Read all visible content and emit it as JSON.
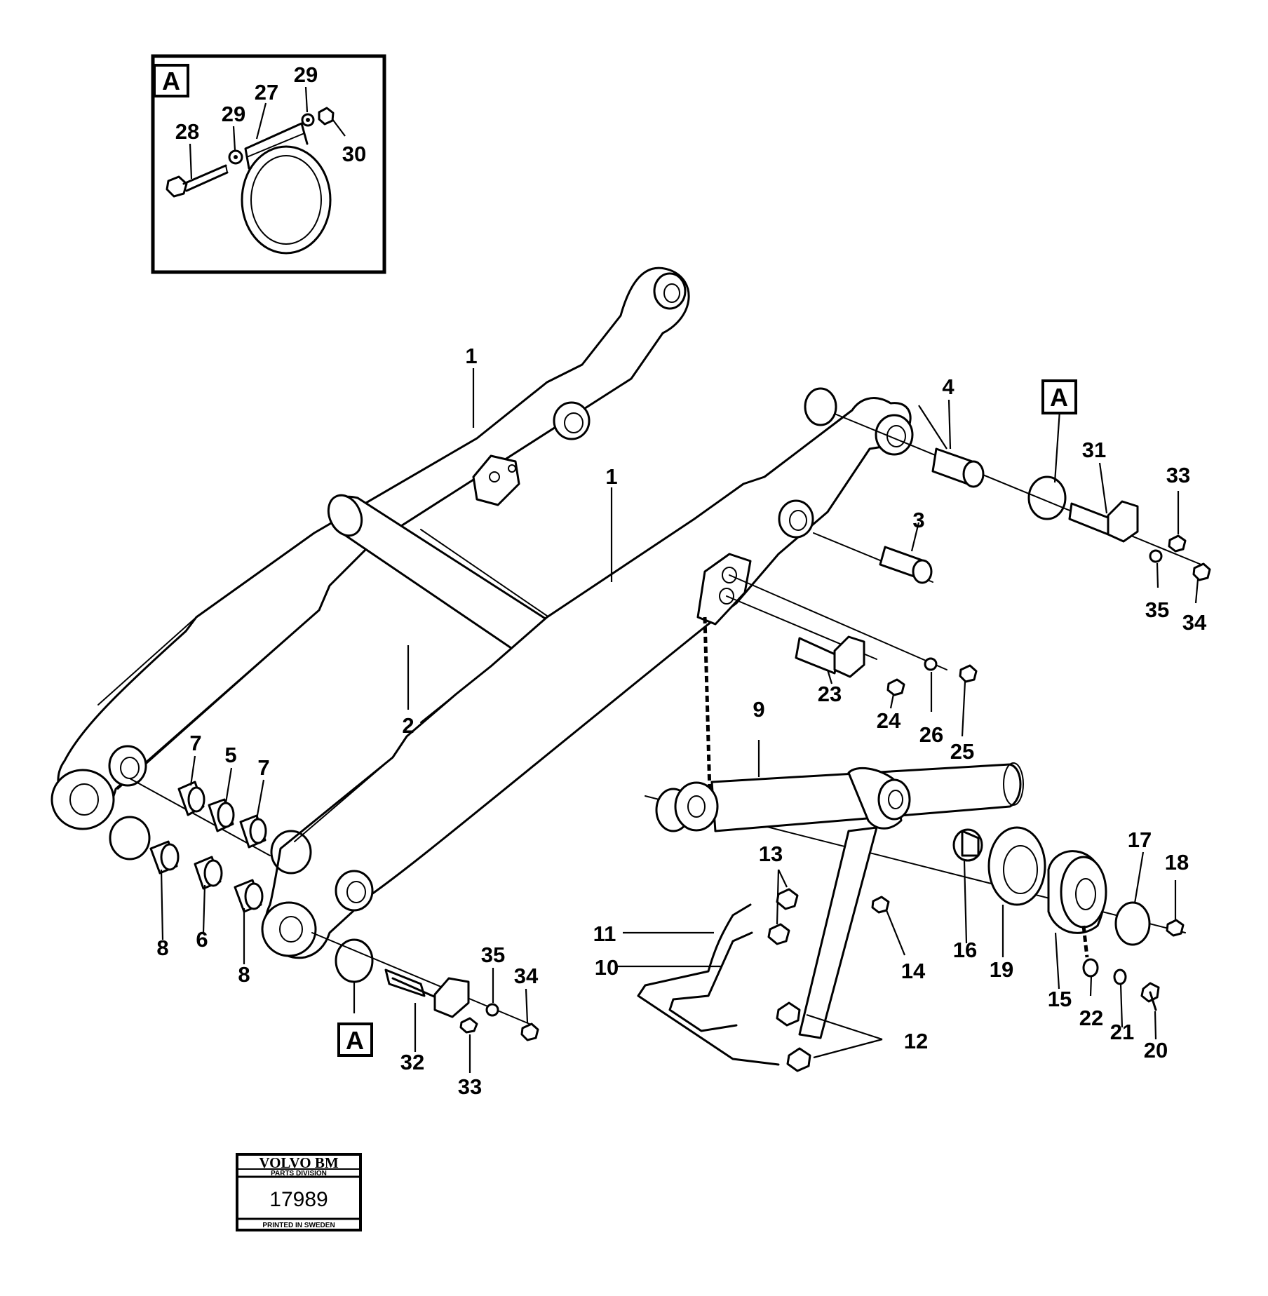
{
  "detail_box": {
    "reference_letter": "A",
    "labels": [
      "28",
      "29",
      "27",
      "29",
      "30"
    ]
  },
  "reference_markers": [
    "A",
    "A"
  ],
  "part_labels": [
    "1",
    "1",
    "2",
    "3",
    "4",
    "5",
    "6",
    "7",
    "7",
    "8",
    "8",
    "9",
    "10",
    "11",
    "12",
    "13",
    "14",
    "15",
    "16",
    "17",
    "18",
    "19",
    "20",
    "21",
    "22",
    "23",
    "24",
    "25",
    "26",
    "31",
    "32",
    "33",
    "33",
    "34",
    "34",
    "35",
    "35"
  ],
  "stamp": {
    "brand": "VOLVO BM",
    "division": "PARTS DIVISION",
    "number": "17989",
    "footer": "PRINTED IN SWEDEN"
  }
}
